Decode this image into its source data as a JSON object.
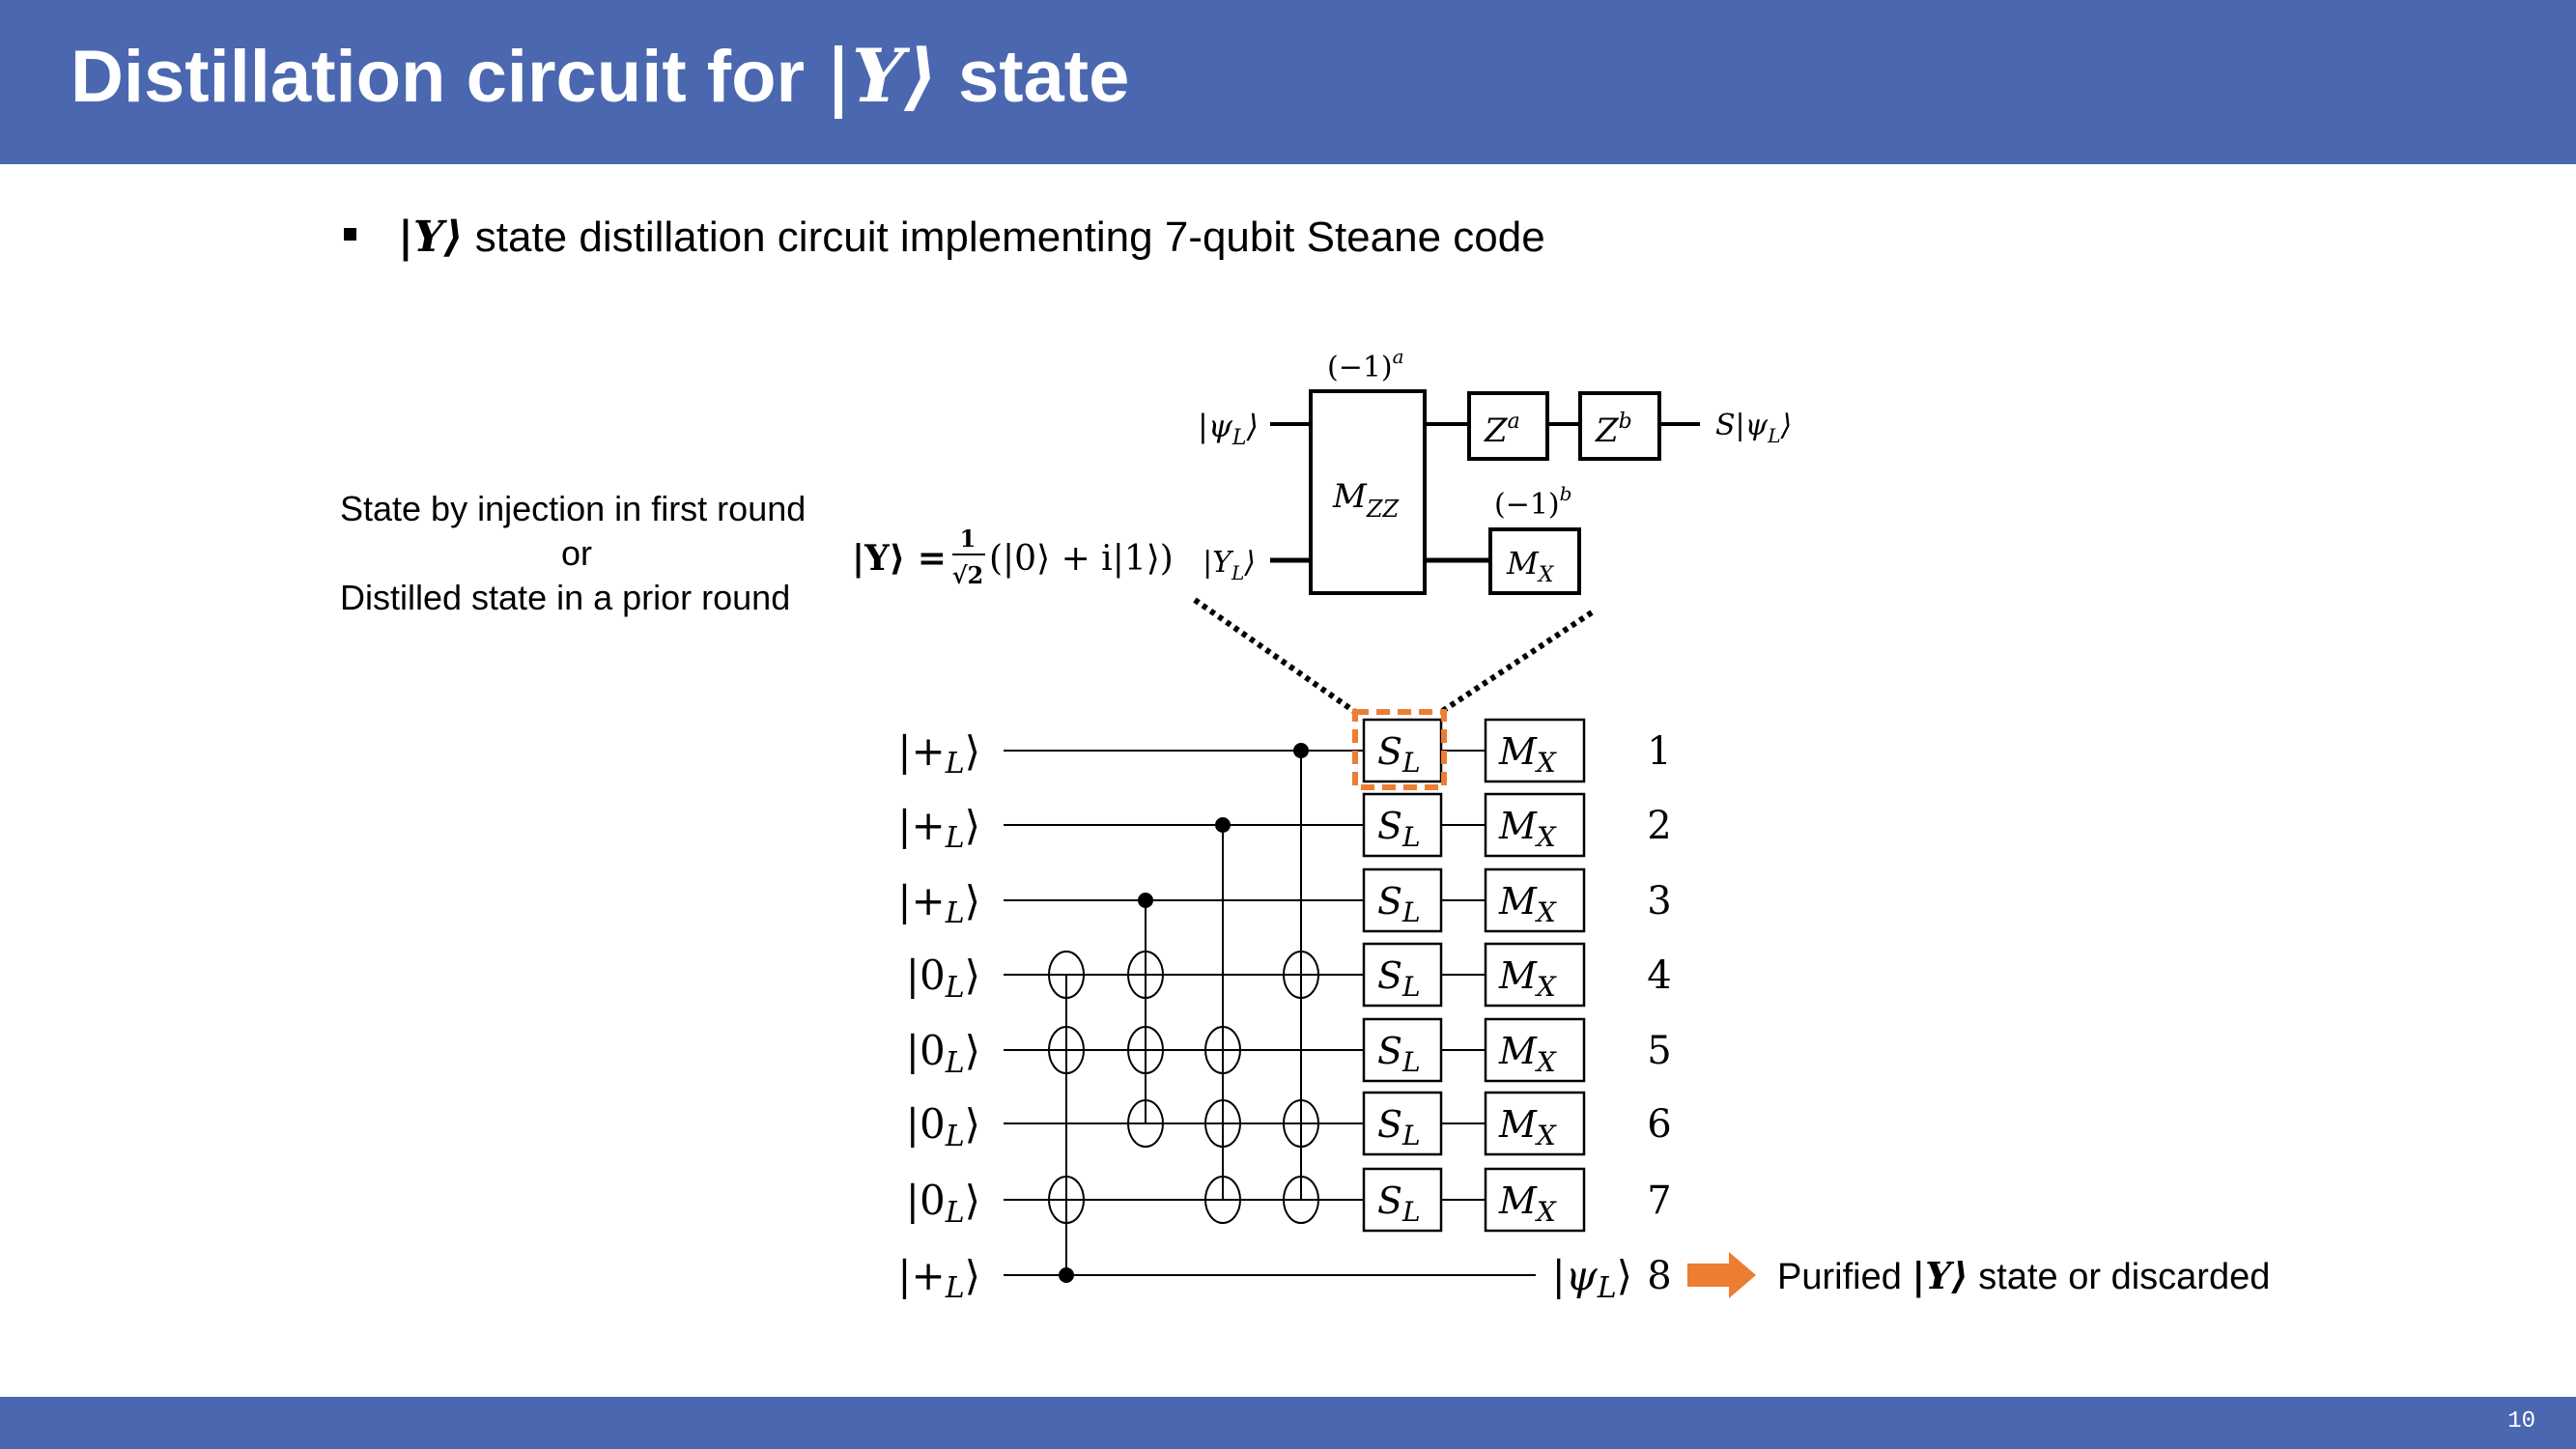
{
  "header": {
    "title_prefix": "Distillation circuit for ",
    "title_math": "|Y⟩",
    "title_suffix": " state"
  },
  "footer": {
    "page_number": "10"
  },
  "bullet": {
    "math": "|Y⟩",
    "text": " state distillation circuit implementing 7-qubit Steane code"
  },
  "note": {
    "line1": "State by injection in first round",
    "line2": "or",
    "line3": "Distilled state in a prior round"
  },
  "formula": {
    "lhs": "|Y⟩ = ",
    "num": "1",
    "den": "√2",
    "rhs": "(|0⟩ + i|1⟩)"
  },
  "inset": {
    "input_top": "|ψ",
    "input_top_sub": "L",
    "input_top_close": "⟩",
    "input_bottom": "|Y",
    "input_bottom_sub": "L",
    "input_bottom_close": "⟩",
    "mzz": "M",
    "mzz_sub": "ZZ",
    "phase_a": "(−1)",
    "phase_a_sup": "a",
    "phase_b": "(−1)",
    "phase_b_sup": "b",
    "za": "Z",
    "za_sup": "a",
    "zb": "Z",
    "zb_sup": "b",
    "mx": "M",
    "mx_sub": "X",
    "output": "S|ψ",
    "output_sub": "L",
    "output_close": "⟩"
  },
  "circuit": {
    "rows": [
      {
        "ket": "+",
        "num": "1"
      },
      {
        "ket": "+",
        "num": "2"
      },
      {
        "ket": "+",
        "num": "3"
      },
      {
        "ket": "0",
        "num": "4"
      },
      {
        "ket": "0",
        "num": "5"
      },
      {
        "ket": "0",
        "num": "6"
      },
      {
        "ket": "0",
        "num": "7"
      },
      {
        "ket": "+",
        "num": "8"
      }
    ],
    "cnots": [
      {
        "control": 8,
        "targets": [
          4,
          5,
          7
        ]
      },
      {
        "control": 3,
        "targets": [
          4,
          5,
          6
        ]
      },
      {
        "control": 2,
        "targets": [
          5,
          6,
          7
        ]
      },
      {
        "control": 1,
        "targets": [
          4,
          6,
          7
        ]
      }
    ],
    "s_gate": "S",
    "s_sub": "L",
    "m_gate": "M",
    "m_sub": "X",
    "output_label": "ψ",
    "output_sub": "L",
    "highlight_color": "#ed7d31"
  },
  "result": {
    "prefix": "Purified ",
    "math": "|Y⟩",
    "suffix": " state or discarded"
  },
  "colors": {
    "header": "#4a67b0",
    "accent": "#ed7d31"
  }
}
